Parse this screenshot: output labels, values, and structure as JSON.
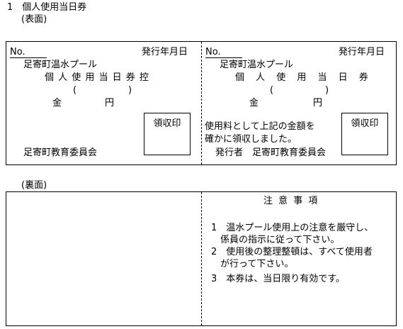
{
  "heading": "1　個人使用当日券",
  "front_label": "(表面)",
  "back_label": "(裏面)",
  "stub": {
    "no_label": "No.",
    "issue_date_label": "発行年月日",
    "facility": "足寄町温水プール",
    "title": "個 人 使 用 当 日 券 控",
    "bracket_open": "(",
    "bracket_close": ")",
    "amount_prefix": "金",
    "amount_unit": "円",
    "stamp_label": "領収印",
    "issuer": "足寄町教育委員会"
  },
  "ticket": {
    "no_label": "No.",
    "issue_date_label": "発行年月日",
    "facility": "足寄町温水プール",
    "title": "個 人 使 用 当 日 券",
    "bracket_open": "(",
    "bracket_close": ")",
    "amount_prefix": "金",
    "amount_unit": "円",
    "receipt_line1": "使用料として上記の金額を",
    "receipt_line2": "確かに領収しました。",
    "issuer": "発行者　足寄町教育委員会",
    "stamp_label": "領収印"
  },
  "notes": {
    "title": "注 意 事 項",
    "items": [
      "1　温水プール使用上の注意を厳守し、",
      "　係員の指示に従って下さい。",
      "2　使用後の整理整頓は、すべて使用者",
      "　が行って下さい。",
      "3　本券は、当日限り有効です。"
    ]
  }
}
